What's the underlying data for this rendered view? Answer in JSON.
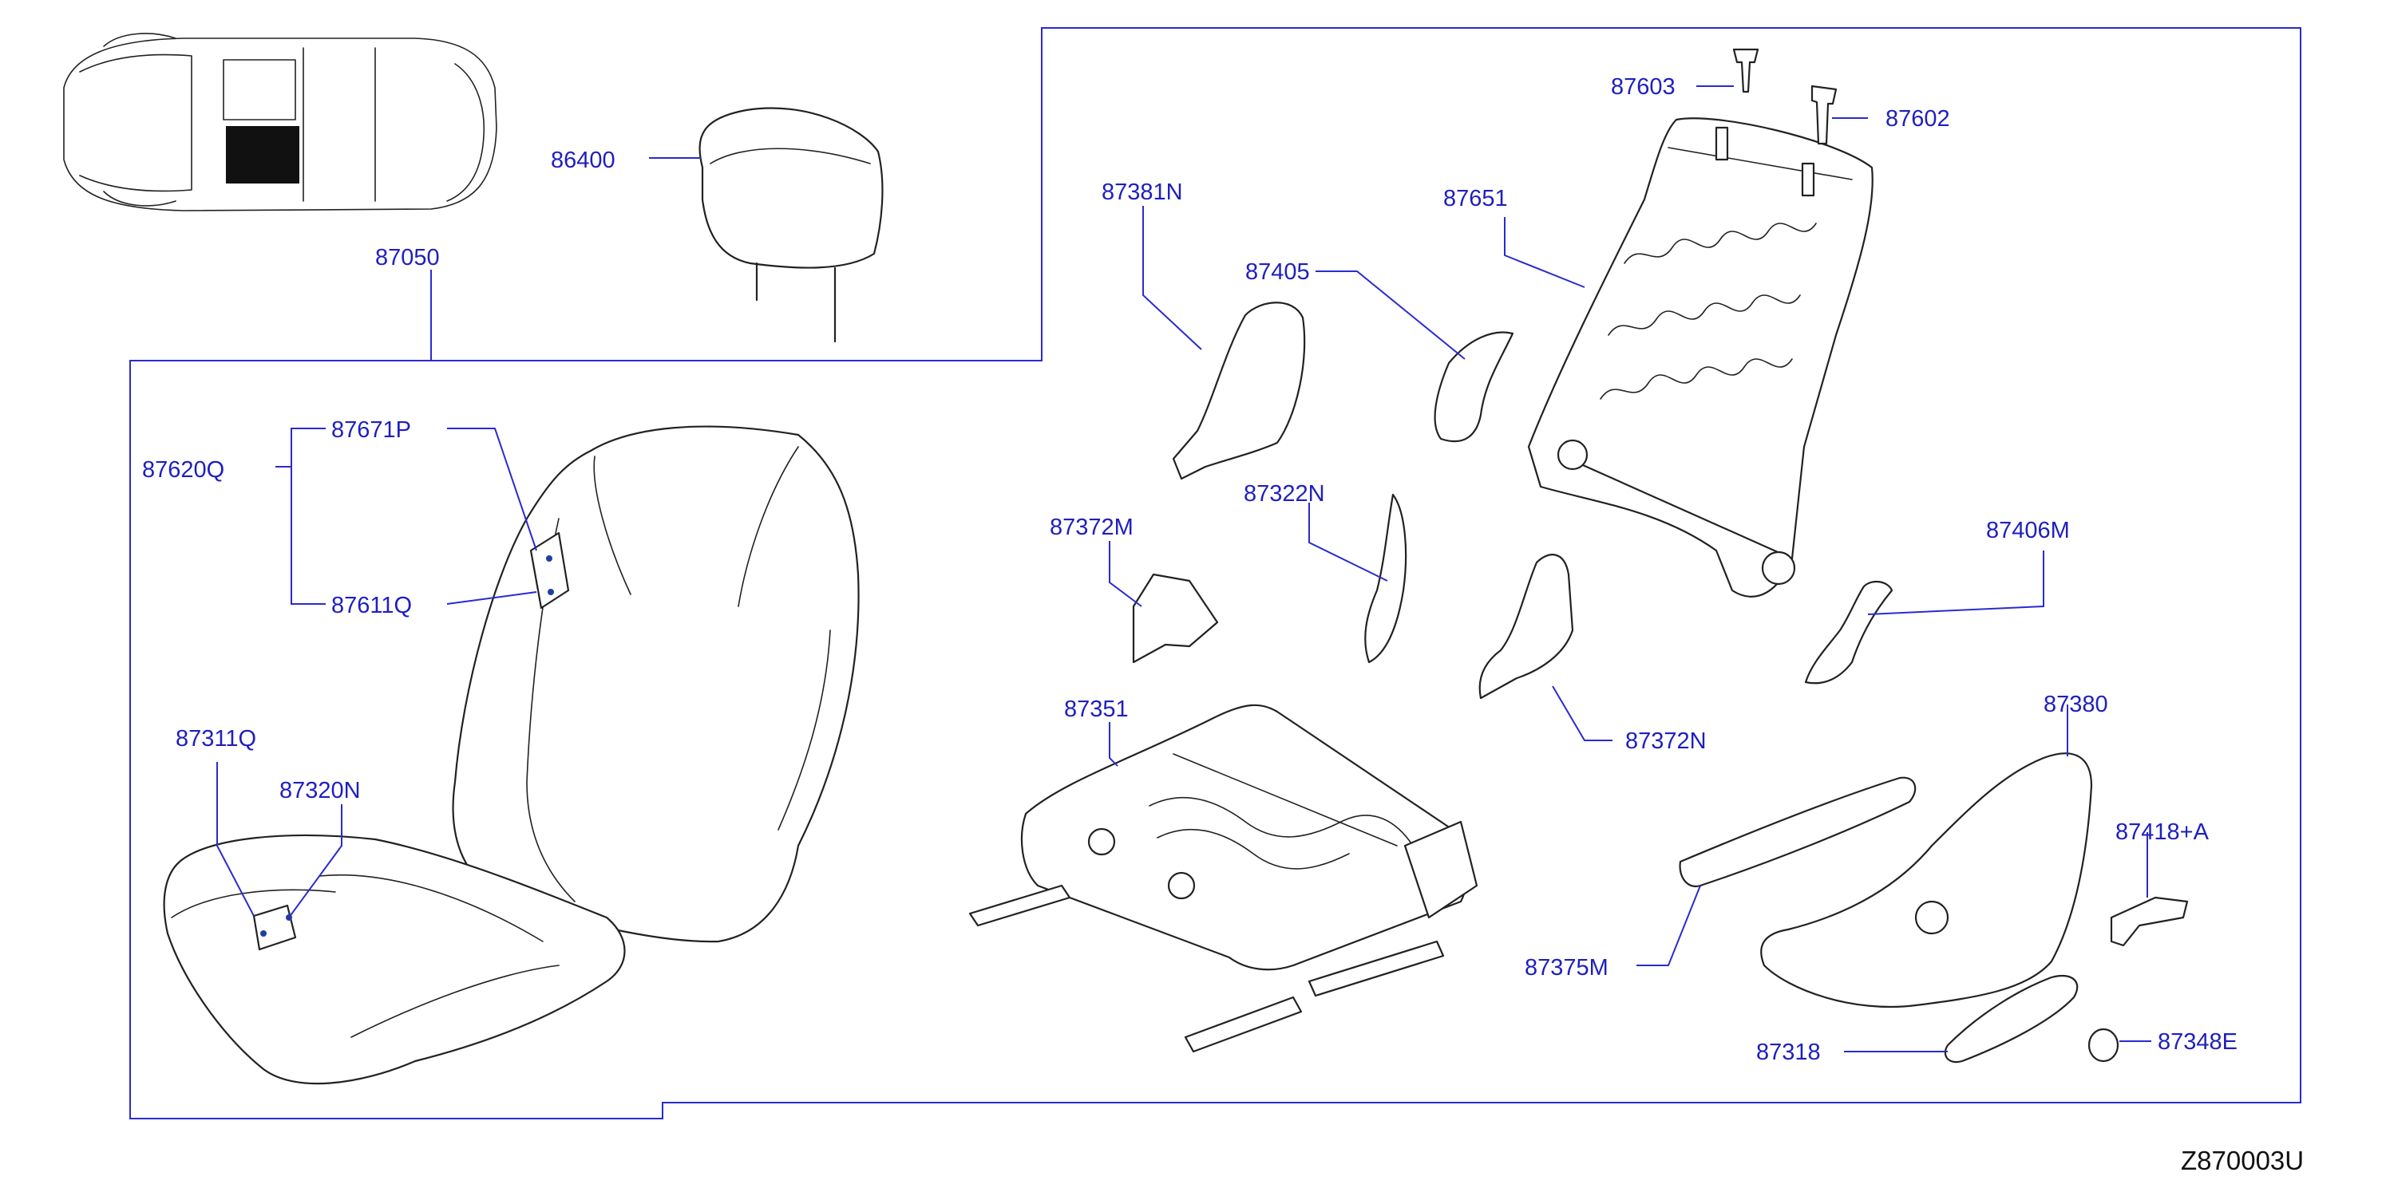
{
  "diagram_code": "Z870003U",
  "labels": {
    "p86400": "86400",
    "p87050": "87050",
    "p87620Q": "87620Q",
    "p87671P": "87671P",
    "p87611Q": "87611Q",
    "p87311Q": "87311Q",
    "p87320N": "87320N",
    "p87381N": "87381N",
    "p87405": "87405",
    "p87651": "87651",
    "p87603": "87603",
    "p87602": "87602",
    "p87322N": "87322N",
    "p87372M": "87372M",
    "p87406M": "87406M",
    "p87351": "87351",
    "p87372N": "87372N",
    "p87380": "87380",
    "p87418A": "87418+A",
    "p87375M": "87375M",
    "p87318": "87318",
    "p87348E": "87348E"
  },
  "colors": {
    "callout": "#1f1fbf",
    "line": "#222222",
    "highlight": "#111111"
  }
}
